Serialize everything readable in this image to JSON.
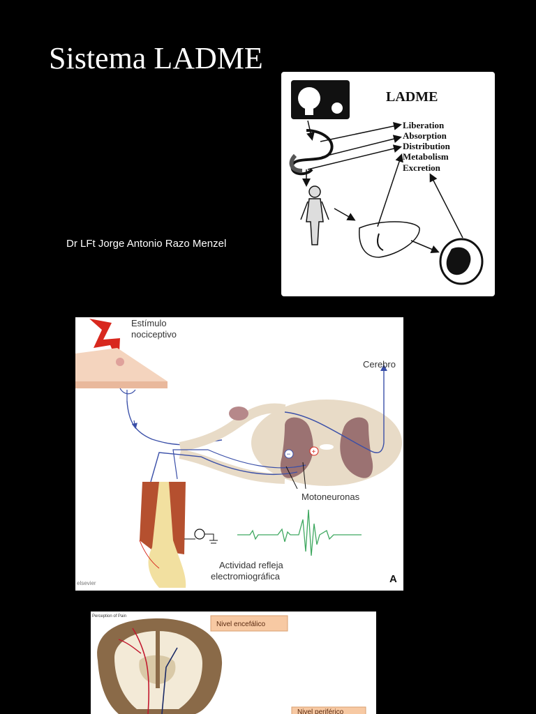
{
  "slide": {
    "title": "Sistema LADME",
    "author": "Dr LFt Jorge Antonio Razo Menzel"
  },
  "ladme_figure": {
    "heading": "LADME",
    "stages": [
      "Liberation",
      "Absorption",
      "Distribution",
      "Metabolism",
      "Excretion"
    ]
  },
  "reflex_figure": {
    "stimulus_line1": "Estímulo",
    "stimulus_line2": "nociceptivo",
    "brain_label": "Cerebro",
    "motoneurons_label": "Motoneuronas",
    "emg_line1": "Actividad refleja",
    "emg_line2": "electromiográfica",
    "panel_letter": "A",
    "credit": "elsevier",
    "plus_sign": "+",
    "minus_sign": "−"
  },
  "brain_figure": {
    "caption": "Perception of Pain",
    "level_encephalic": "Nivel encefálico",
    "level_peripheral": "Nivel periférico"
  },
  "colors": {
    "background": "#000000",
    "text": "#ffffff",
    "nerve_blue": "#3a4fa8",
    "spinal_gray_matter": "#9b7272",
    "muscle_red": "#b5502f",
    "emg_green": "#3fa860",
    "label_box": "#f7c9a3"
  }
}
